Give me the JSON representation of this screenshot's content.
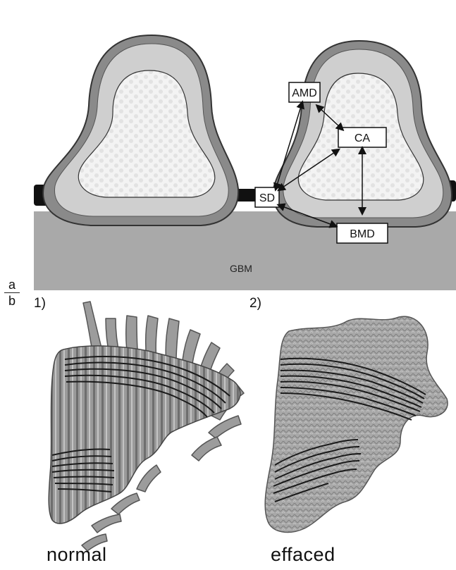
{
  "panel_a": {
    "labels": {
      "amd": "AMD",
      "ca": "CA",
      "sd": "SD",
      "bmd": "BMD",
      "gbm": "GBM"
    }
  },
  "fraction": {
    "top": "a",
    "bottom": "b"
  },
  "panel_b": {
    "label_1": "1)",
    "label_2": "2)",
    "caption_normal": "normal",
    "caption_effaced": "effaced"
  },
  "colors": {
    "gbm": "#a9a9a9",
    "membrane": "#8a8a8a",
    "cytoplasm": "#cfcfcf",
    "nucleus": "#f1f1f1",
    "dark": "#111111"
  }
}
